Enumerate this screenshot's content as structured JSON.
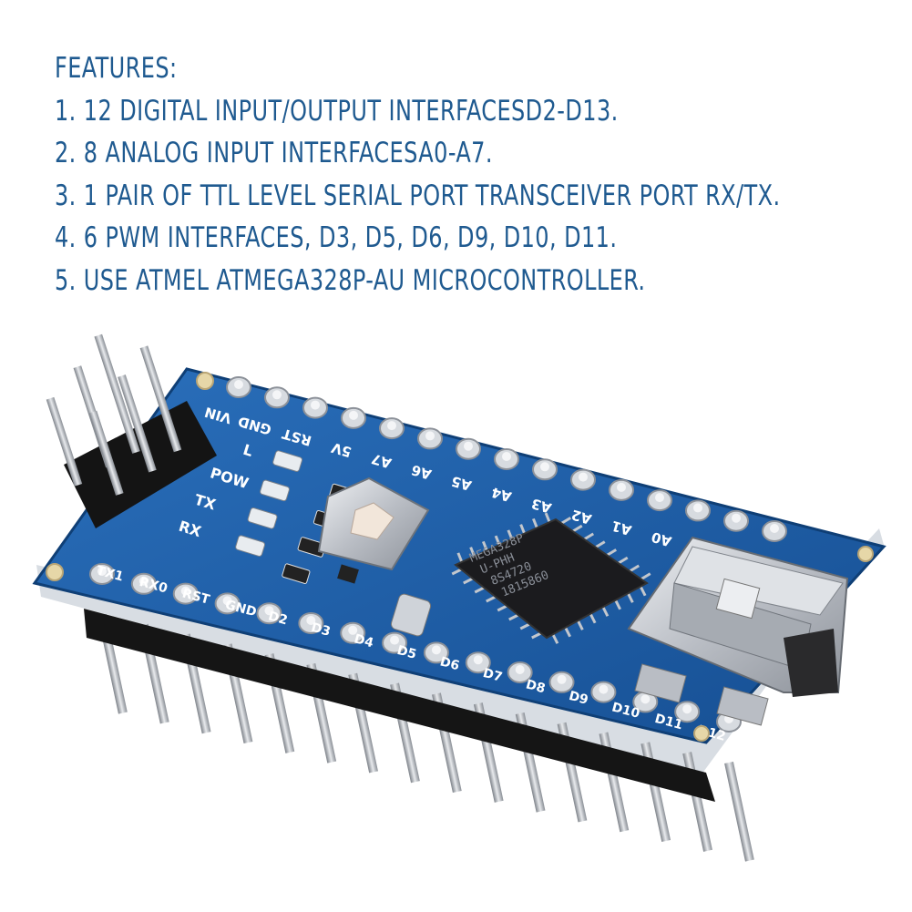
{
  "features": {
    "heading": "FEATURES:",
    "items": [
      "1. 12 DIGITAL INPUT/OUTPUT INTERFACESD2-D13.",
      "2. 8 ANALOG INPUT INTERFACESA0-A7.",
      "3. 1 PAIR OF TTL LEVEL SERIAL PORT TRANSCEIVER PORT RX/TX.",
      "4. 6 PWM INTERFACES, D3, D5, D6, D9, D10, D11.",
      "5. USE ATMEL ATMEGA328P-AU MICROCONTROLLER."
    ]
  },
  "board": {
    "colors": {
      "pcb": "#1d5fa8",
      "pcb_edge": "#134a86",
      "silk": "#ffffff",
      "chip": "#1b1b1e",
      "metal": "#c9ccd1",
      "pin_header": "#151515"
    },
    "top_labels": [
      "VIN",
      "GND",
      "RST",
      "5V",
      "A7",
      "A6",
      "A5",
      "A4",
      "A3",
      "A2",
      "A1",
      "A0"
    ],
    "bottom_labels": [
      "TX1",
      "RX0",
      "RST",
      "GND",
      "D2",
      "D3",
      "D4",
      "D5",
      "D6",
      "D7",
      "D8",
      "D9",
      "D10",
      "D11",
      "D12"
    ],
    "led_labels": [
      "L",
      "POW",
      "TX",
      "RX"
    ],
    "chip_text": [
      "MEGA328P",
      "U-PHH",
      "8S4720",
      "1815860"
    ]
  }
}
